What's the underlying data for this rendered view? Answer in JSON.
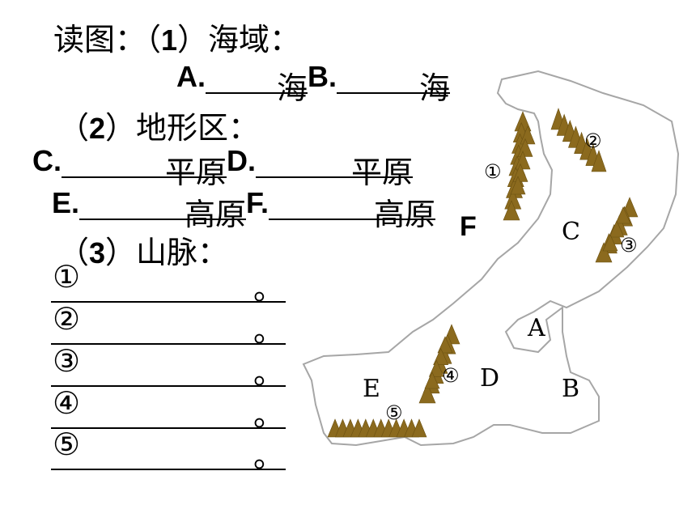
{
  "q_title": "读图：（",
  "q1_num": "1",
  "q1_text": "）海域：",
  "q1_a_label": "A.",
  "q1_a_suffix": "海",
  "q1_b_label": "B.",
  "q1_b_suffix": "海",
  "q2_open": "（",
  "q2_num": "2",
  "q2_text": "）地形区：",
  "q2_c_label": "C.",
  "q2_c_suffix": "平原",
  "q2_d_label": "D.",
  "q2_d_suffix": "平原",
  "q2_e_label": "E.",
  "q2_e_suffix": "高原",
  "q2_f_label": "F.",
  "q2_f_suffix": "高原",
  "q3_open": "（",
  "q3_num": "3",
  "q3_text": "）山脉：",
  "mountain_lines": [
    {
      "num": "①",
      "end": "。"
    },
    {
      "num": "②",
      "end": "。"
    },
    {
      "num": "③",
      "end": "。"
    },
    {
      "num": "④",
      "end": "。"
    },
    {
      "num": "⑤",
      "end": "。"
    }
  ],
  "map": {
    "label_f": "F",
    "label_c": "C",
    "label_a": "A",
    "label_b": "B",
    "label_d": "D",
    "label_e": "E",
    "mark_1": "①",
    "mark_2": "②",
    "mark_3": "③",
    "mark_4": "④",
    "mark_5": "⑤",
    "outline_color": "#a6a6a6",
    "mountain_color": "#8b6a1e"
  }
}
